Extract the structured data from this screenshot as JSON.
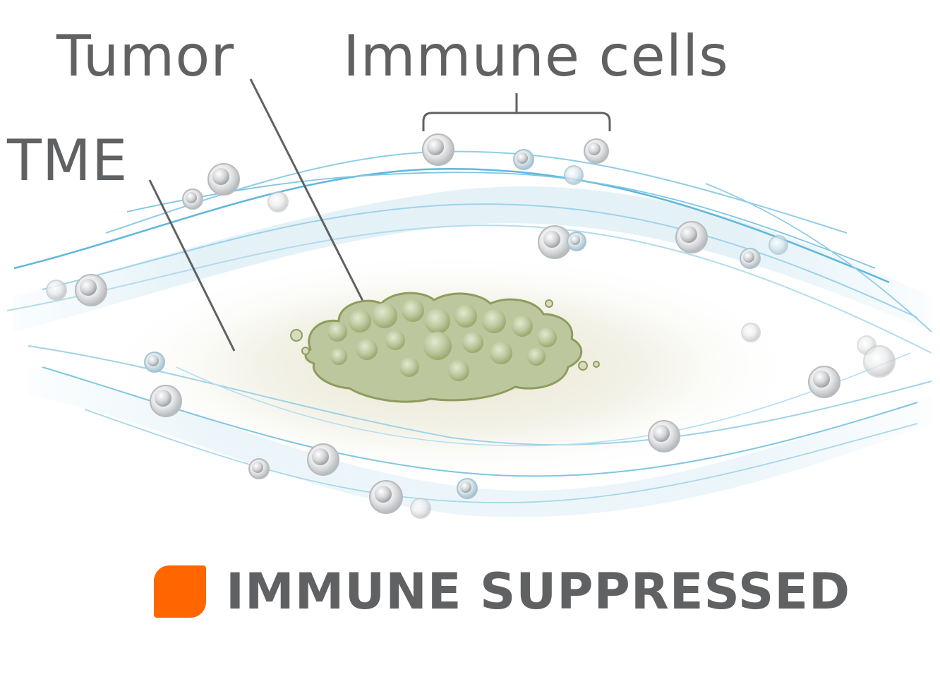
{
  "labels": {
    "tumor": "Tumor",
    "immune_cells": "Immune cells",
    "tme": "TME"
  },
  "status": {
    "text": "IMMUNE SUPPRESSED",
    "swatch_color": "#FF6600"
  },
  "colors": {
    "text": "#5F6163",
    "tumor_fill": "#B9C49A",
    "tumor_outline": "#8E9C5E",
    "fibers": "#6EC1DF",
    "tme_glow": "#EDEBDC",
    "immune_cell": "#D9DBDD"
  }
}
